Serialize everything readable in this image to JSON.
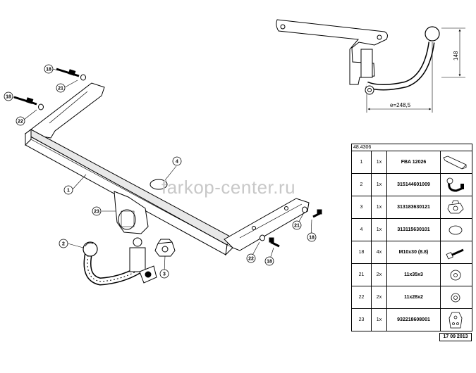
{
  "watermark": "farkop-center.ru",
  "drawing": {
    "callouts": {
      "towbar_beam": "1",
      "ball": "2",
      "socket": "3",
      "plug_cap": "4",
      "bolt_left_top": "18",
      "bolt_left": "18",
      "bolt_right_bottom": "18",
      "bolt_right": "18",
      "washer_21_top": "21",
      "washer_21_right": "21",
      "washer_22_left": "22",
      "washer_22_right": "22",
      "bracket": "23"
    },
    "dimensions": {
      "height": "148",
      "width": "e=248,5"
    }
  },
  "parts_table": {
    "header": "48.4306",
    "rows": [
      {
        "num": "1",
        "qty": "1x",
        "code": "FBA 12026",
        "icon": "beam-icon"
      },
      {
        "num": "2",
        "qty": "1x",
        "code": "315144601009",
        "icon": "ball-icon"
      },
      {
        "num": "3",
        "qty": "1x",
        "code": "313183630121",
        "icon": "socket-icon"
      },
      {
        "num": "4",
        "qty": "1x",
        "code": "313115630101",
        "icon": "cap-icon"
      },
      {
        "num": "18",
        "qty": "4x",
        "code": "M10x30 (8.8)",
        "icon": "bolt-icon"
      },
      {
        "num": "21",
        "qty": "2x",
        "code": "11x35x3",
        "icon": "washer-icon"
      },
      {
        "num": "22",
        "qty": "2x",
        "code": "11x28x2",
        "icon": "washer-icon"
      },
      {
        "num": "23",
        "qty": "1x",
        "code": "932218608001",
        "icon": "bracket-icon"
      }
    ],
    "date": "17 09 2013"
  }
}
